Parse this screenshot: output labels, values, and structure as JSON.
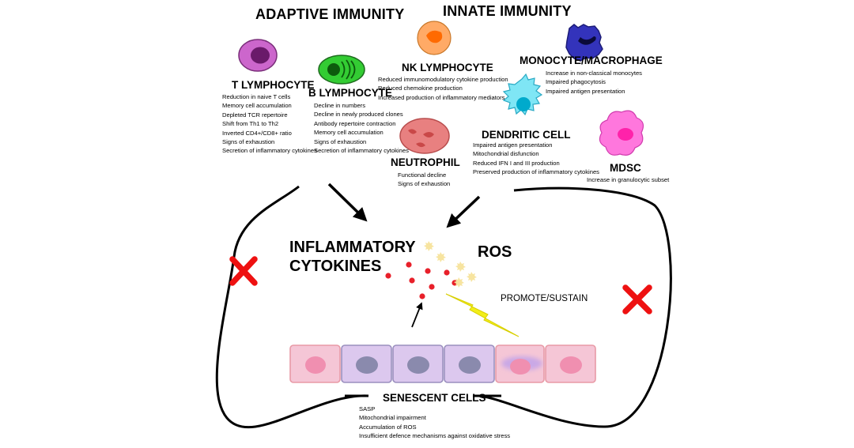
{
  "headings": {
    "adaptive": "ADAPTIVE IMMUNITY",
    "innate": "INNATE IMMUNITY"
  },
  "cells": {
    "t_lymphocyte": {
      "title": "T LYMPHOCYTE",
      "items": [
        "Reduction in naive T cells",
        "Memory cell accumulation",
        "Depleted TCR repertoire",
        "Shift from Th1 to Th2",
        "Inverted CD4+/CD8+ ratio",
        "Signs of exhaustion",
        "Secretion of inflammatory cytokines"
      ]
    },
    "b_lymphocyte": {
      "title": "B LYMPHOCYTE",
      "items": [
        "Decline in numbers",
        "Decline in newly produced clones",
        "Antibody repertoire contraction",
        "Memory cell accumulation",
        "Signs of exhaustion",
        "Secretion of inflammatory cytokines"
      ]
    },
    "nk_lymphocyte": {
      "title": "NK LYMPHOCYTE",
      "items": [
        "Reduced immunomodulatory cytokine production",
        "Reduced chemokine production",
        "Increased production of inflammatory mediators"
      ]
    },
    "monocyte": {
      "title": "MONOCYTE/MACROPHAGE",
      "items": [
        "Increase in non-classical monocytes",
        "Impaired phagocytosis",
        "Impaired antigen presentation"
      ]
    },
    "neutrophil": {
      "title": "NEUTROPHIL",
      "items": [
        "Functional decline",
        "Signs of exhaustion"
      ]
    },
    "dendritic": {
      "title": "DENDRITIC CELL",
      "items": [
        "Impaired antigen presentation",
        "Mitochondrial disfunction",
        "Reduced IFN I and III production",
        "Preserved production of inflammatory cytokines"
      ]
    },
    "mdsc": {
      "title": "MDSC",
      "items": [
        "Increase in granulocytic subset"
      ]
    }
  },
  "center": {
    "inflammatory_line1": "INFLAMMATORY",
    "inflammatory_line2": "CYTOKINES",
    "ros": "ROS",
    "promote": "PROMOTE/SUSTAIN"
  },
  "senescent": {
    "title": "SENESCENT CELLS",
    "items": [
      "SASP",
      "Mitochondrial impairment",
      "Accumulation of ROS",
      "Insufficient defence mechanisms against oxidative stress"
    ]
  },
  "colors": {
    "t_cell": "#cc66cc",
    "b_cell": "#33cc33",
    "nk_cell": "#ffaa66",
    "monocyte": "#3333bb",
    "neutrophil": "#e06666",
    "dendritic": "#66e0f0",
    "mdsc": "#ff77dd",
    "cytokine_dots": "#e8202a",
    "ros_dots": "#f7e7a0",
    "lightning": "#f2ee1a",
    "cross": "#ee1111",
    "tissue_pink": "#f5c6d6",
    "tissue_purple": "#dcc8ee"
  },
  "icons": [
    "t-cell-icon",
    "b-cell-icon",
    "nk-cell-icon",
    "monocyte-icon",
    "neutrophil-icon",
    "dendritic-cell-icon",
    "mdsc-icon",
    "lightning-icon",
    "cross-icon",
    "arrow-icon"
  ]
}
